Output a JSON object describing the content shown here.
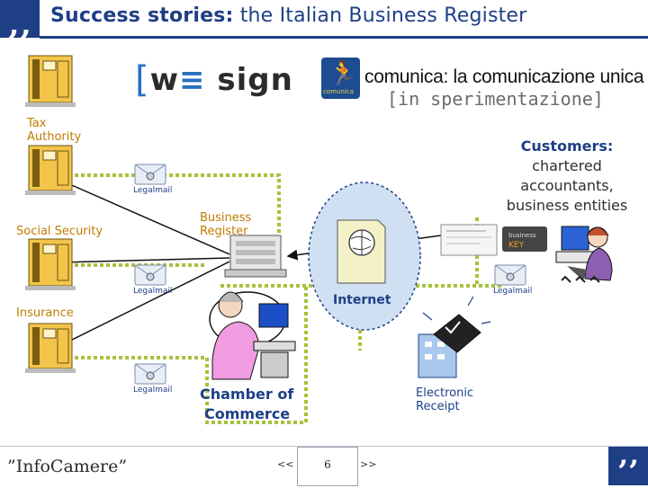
{
  "header": {
    "quote_glyph": "‚‚",
    "title_bold": "Success stories:",
    "title_rest": " the Italian Business Register"
  },
  "logos": {
    "wesign_bracket": "[",
    "wesign_we": "w",
    "wesign_eq": "≡",
    "wesign_sign": " sign",
    "comunica_badge": "comunica",
    "comunica_title": "comunica: la comunicazione unica",
    "comunica_subtitle": "[in sperimentazione]"
  },
  "diagram": {
    "nodes": {
      "tax_authority": "Tax\nAuthority",
      "social_security": "Social Security",
      "insurance": "Insurance",
      "business_register": "Business\nRegister",
      "internet": "Internet",
      "chamber_line1": "Chamber of",
      "chamber_line2": "Commerce",
      "receipt": "Electronic\nReceipt",
      "customers_title": "Customers:",
      "customers_line1": "chartered",
      "customers_line2": "accountants,",
      "customers_line3": "business entities",
      "business_key": "business KEY"
    },
    "legalmail_label": "Legalmail",
    "colors": {
      "title_blue": "#1e3f86",
      "label_orange": "#c07b00",
      "dotted_green": "#a6c23b",
      "cabinet_yellow": "#f2c54a",
      "internet_blue": "#cfe0f2"
    }
  },
  "footer": {
    "brand": "”InfoCamere”",
    "prev": "<<",
    "page": "6",
    "next": ">>",
    "quote_glyph": "’’"
  }
}
